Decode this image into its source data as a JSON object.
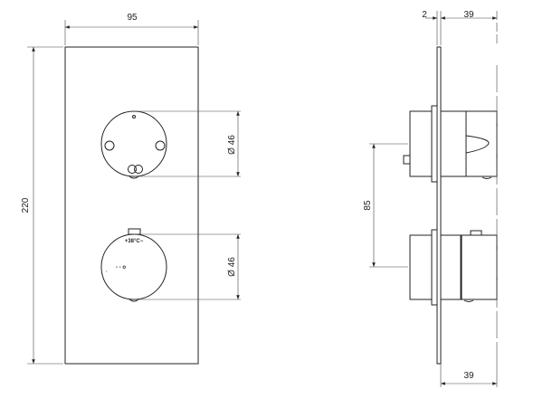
{
  "front_view": {
    "width_dim": "95",
    "height_dim": "220",
    "upper_knob_dim": "Ø 46",
    "lower_knob_dim": "Ø 46",
    "temperature_label": "+38°C−"
  },
  "side_view": {
    "plate_thickness_dim": "2",
    "top_depth_dim": "39",
    "spacing_dim": "85",
    "bottom_depth_dim": "39"
  }
}
